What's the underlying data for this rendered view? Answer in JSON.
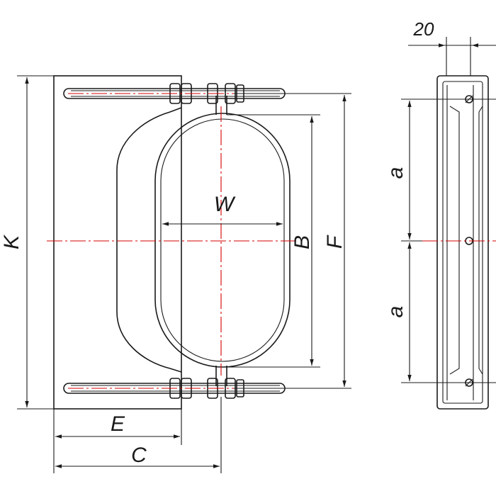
{
  "dimensions": {
    "K": "K",
    "B": "B",
    "F": "F",
    "W": "W",
    "E": "E",
    "C": "C",
    "a_top": "a",
    "a_bottom": "a",
    "thickness": "20"
  },
  "colors": {
    "line": "#1a1a1a",
    "centerline": "#d40000"
  }
}
